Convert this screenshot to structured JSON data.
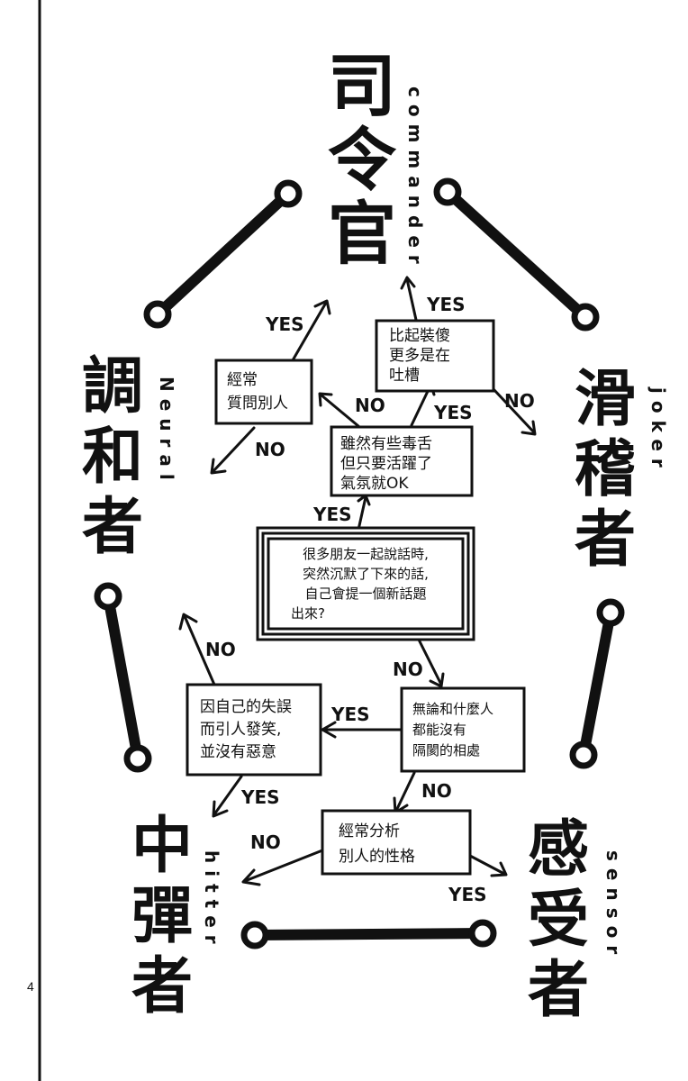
{
  "roles": {
    "commander": {
      "cn": [
        "司",
        "令",
        "官"
      ],
      "en": "commander"
    },
    "neural": {
      "cn": [
        "調",
        "和",
        "者"
      ],
      "en": "Neural"
    },
    "joker": {
      "cn": [
        "滑",
        "稽",
        "者"
      ],
      "en": "joker"
    },
    "hitter": {
      "cn": [
        "中",
        "彈",
        "者"
      ],
      "en": "hitter"
    },
    "sensor": {
      "cn": [
        "感",
        "受",
        "者"
      ],
      "en": "sensor"
    }
  },
  "questions": {
    "start": [
      "很多朋友一起說話時,",
      "突然沉默了下來的話,",
      "自己會提一個新話題",
      "出來?"
    ],
    "toxic": [
      "雖然有些毒舌",
      "但只要活躍了",
      "氣氛就OK"
    ],
    "tsukkomi": [
      "比起裝傻",
      "更多是在",
      "吐槽"
    ],
    "ask": [
      "經常",
      "質問別人"
    ],
    "mistake": [
      "因自己的失誤",
      "而引人發笑,",
      "並沒有惡意"
    ],
    "anyone": [
      "無論和什麼人",
      "都能沒有",
      "隔閡的相處"
    ],
    "analyze": [
      "經常分析",
      "別人的性格"
    ]
  },
  "answers": {
    "yes": "YES",
    "no": "NO"
  },
  "page_number": "4"
}
